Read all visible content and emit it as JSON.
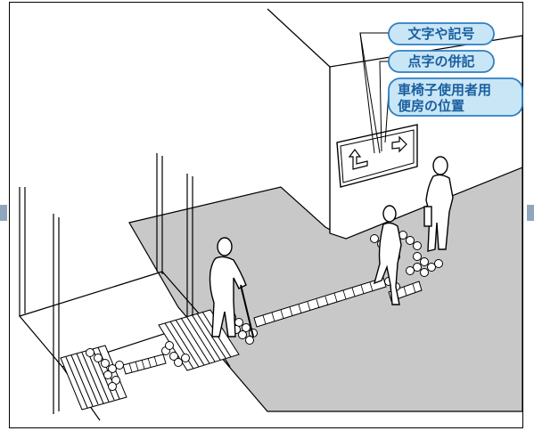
{
  "colors": {
    "floor": "#c8c8c8",
    "callout_fill": "#c9e6f6",
    "callout_border": "#2f7fc1",
    "callout_text": "#1a5fa0",
    "frame_tab": "#8fa6bd"
  },
  "callouts": {
    "characters_symbols": "文字や記号",
    "braille": "点字の併記",
    "toilet_location_line1": "車椅子使用者用",
    "toilet_location_line2": "便房の位置"
  },
  "figures": [
    "person-with-cane",
    "pedestrian-walking",
    "pedestrian-standing"
  ],
  "sign_icons": [
    "left-up-arrow-icon",
    "right-arrow-icon"
  ]
}
